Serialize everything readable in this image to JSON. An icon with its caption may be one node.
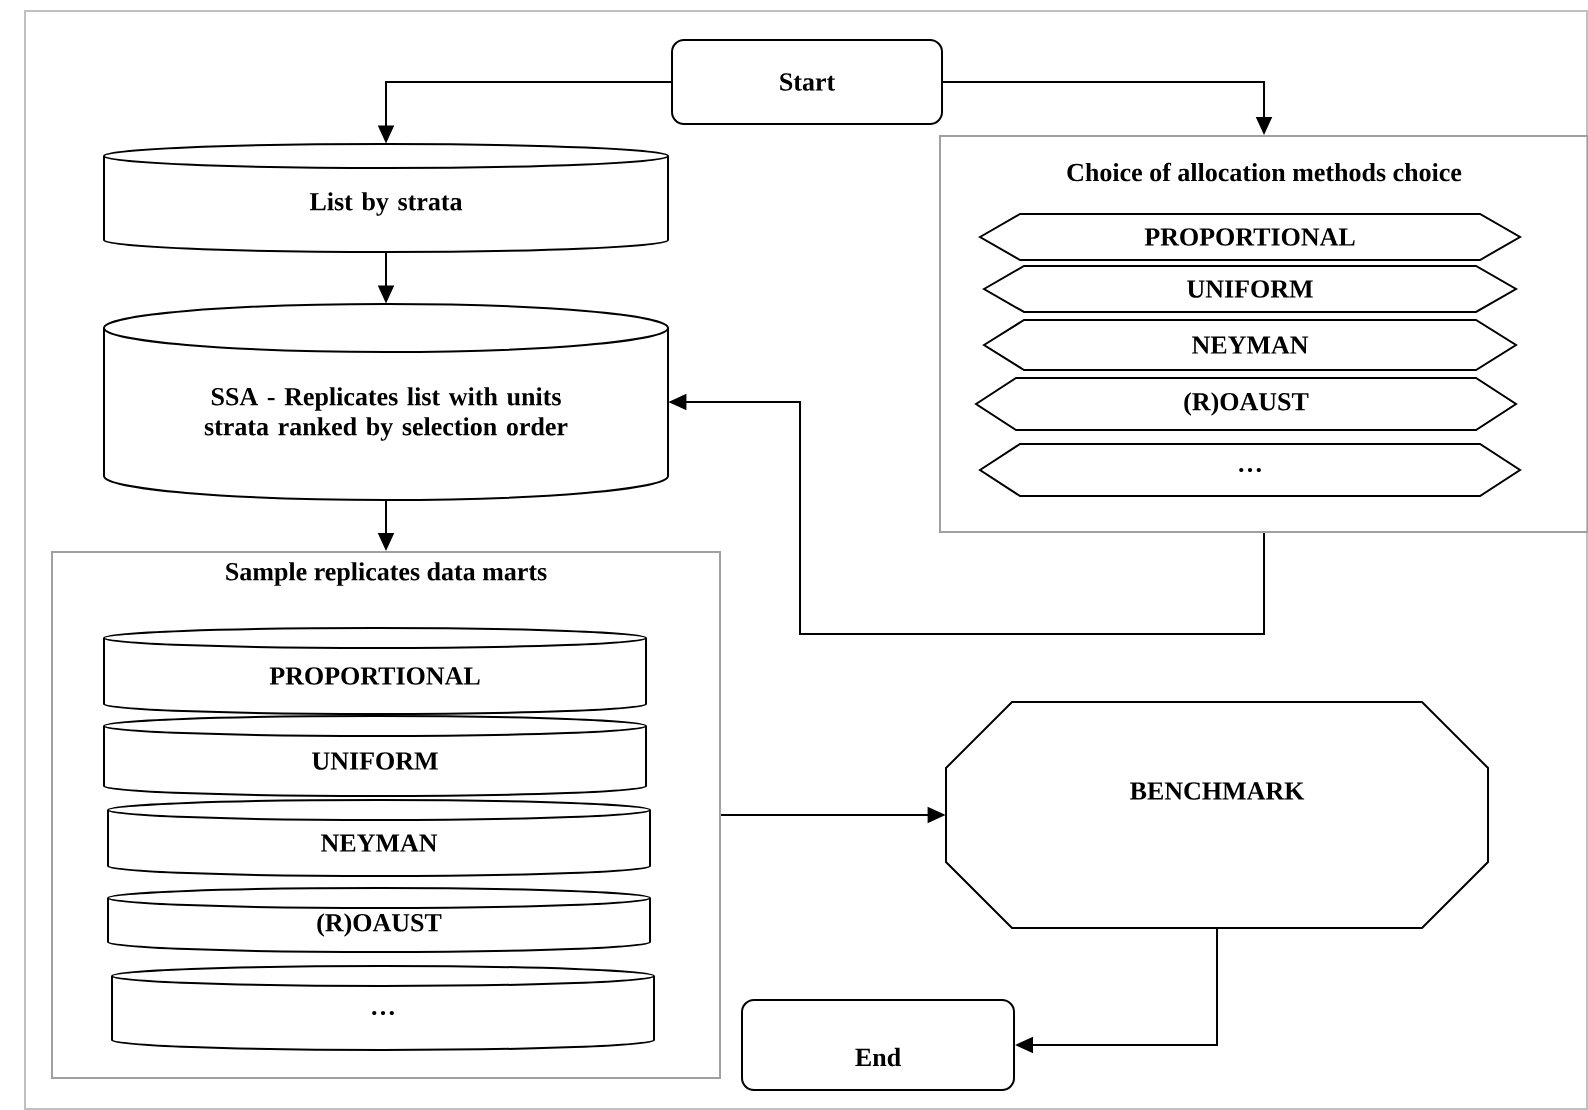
{
  "diagram": {
    "nodes": [
      {
        "text": [
          "Start"
        ]
      },
      {
        "text": [
          "List by strata"
        ]
      },
      {
        "text": [
          "SSA - Replicates list with units strata ranked by selection order"
        ]
      },
      {
        "text": [
          "Choice of allocation methods choice"
        ]
      },
      {
        "text": [
          "PROPORTIONAL"
        ],
        "in": 3
      },
      {
        "text": [
          "UNIFORM"
        ],
        "in": 3
      },
      {
        "text": [
          "NEYMAN"
        ],
        "in": 3
      },
      {
        "text": [
          "(R)OAUST"
        ],
        "in": 3
      },
      {
        "text": [
          "…"
        ],
        "in": 3
      },
      {
        "text": [
          "Sample replicates data marts"
        ]
      },
      {
        "text": [
          "PROPORTIONAL"
        ],
        "in": 9
      },
      {
        "text": [
          "UNIFORM"
        ],
        "in": 9
      },
      {
        "text": [
          "NEYMAN"
        ],
        "in": 9
      },
      {
        "text": [
          "(R)OAUST"
        ],
        "in": 9
      },
      {
        "text": [
          "…"
        ],
        "in": 9
      },
      {
        "text": [
          "BENCHMARK"
        ]
      },
      {
        "text": [
          "End"
        ]
      }
    ],
    "edges": [
      {
        "from": 0,
        "to": 1,
        "arrow": "to"
      },
      {
        "from": 0,
        "to": 3,
        "arrow": "to"
      },
      {
        "from": 1,
        "to": 2,
        "arrow": "to"
      },
      {
        "from": 2,
        "to": 9,
        "arrow": "to"
      },
      {
        "from": 3,
        "to": 2,
        "arrow": "to"
      },
      {
        "from": 9,
        "to": 15,
        "arrow": "to"
      },
      {
        "from": 15,
        "to": 16,
        "arrow": "to"
      }
    ]
  }
}
